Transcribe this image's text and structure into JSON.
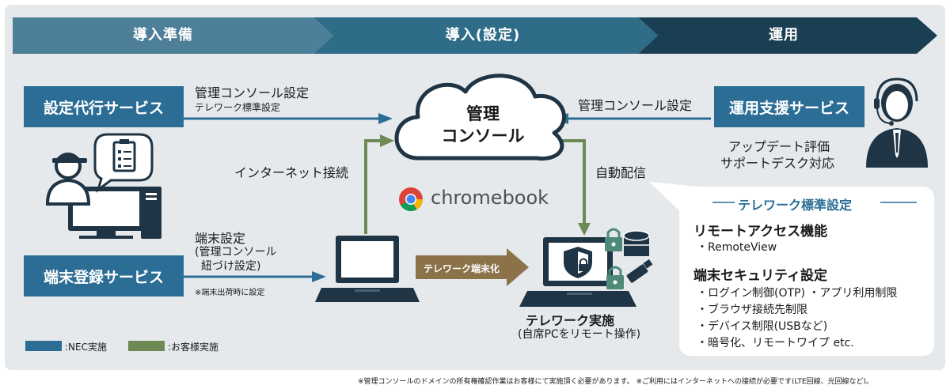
{
  "phases": [
    "導入準備",
    "導入(設定)",
    "運用"
  ],
  "services": {
    "setup_agent": "設定代行サービス",
    "device_registration": "端末登録サービス",
    "operation_support": "運用支援サービス"
  },
  "cloud_label": [
    "管理",
    "コンソール"
  ],
  "flows": {
    "console_setting": "管理コンソール設定",
    "telework_standard_setting": "テレワーク標準設定",
    "console_setting_right": "管理コンソール設定",
    "internet_connection": "インターネット接続",
    "auto_delivery": "自動配信",
    "device_setting": "端末設定",
    "device_setting_detail_1": "(管理コンソール",
    "device_setting_detail_2": "紐づけ設定)",
    "shipping_note": "※端末出荷時に設定",
    "telework_conversion": "テレワーク端末化"
  },
  "operation_notes": [
    "アップデート評価",
    "サポートデスク対応"
  ],
  "chromebook_label": "chromebook",
  "telework": {
    "title": "テレワーク実施",
    "subtitle": "(自席PCをリモート操作)"
  },
  "callout": {
    "title": "テレワーク標準設定",
    "section1_heading": "リモートアクセス機能",
    "section1_items": [
      "・RemoteView"
    ],
    "section2_heading": "端末セキュリティ設定",
    "section2_items": [
      "・ログイン制御(OTP) ・アプリ利用制限",
      "・ブラウザ接続先制限",
      "・デバイス制限(USBなど)",
      "・暗号化、リモートワイプ etc."
    ]
  },
  "legend": {
    "nec": ":NEC実施",
    "customer": ":お客様実施"
  },
  "footnote": "※管理コンソールのドメインの所有権確認作業はお客様にて実施頂く必要があります。 ※ご利用にはインターネットへの接続が必要です(LTE回線、光回線など)。",
  "colors": {
    "nec_blue": "#2b6d95",
    "customer_green": "#6e8a54",
    "action_brown": "#8b7249",
    "phase_1": "#4e7f98",
    "phase_2": "#2e6c88",
    "phase_3": "#1b3f52",
    "icon_dark": "#1f3444"
  }
}
